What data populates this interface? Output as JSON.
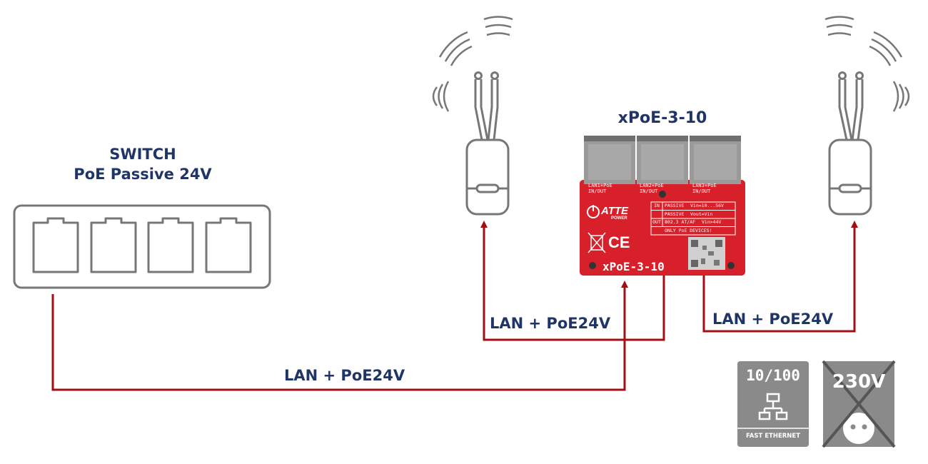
{
  "switch": {
    "title_line1": "SWITCH",
    "title_line2": "PoE Passive 24V",
    "ports": 4
  },
  "device": {
    "title": "xPoE-3-10",
    "board_name": "xPoE-3-10",
    "brand": "ATTE",
    "brand_sub": "POWER",
    "ports": [
      "LAN1+PoE\nIN/OUT",
      "LAN2+PoE\nIN/OUT",
      "LAN3+PoE\nIN/OUT"
    ],
    "spec_table": [
      [
        "IN",
        "PASSIVE",
        "Vin=10...56V"
      ],
      [
        "",
        "PASSIVE",
        "Vout=Vin"
      ],
      [
        "OUT",
        "802.3 AT/AF",
        "Vin>44V"
      ],
      [
        "",
        "ONLY PoE DEVICES!",
        ""
      ]
    ]
  },
  "links": {
    "switch_to_device": "LAN + PoE24V",
    "device_to_ap_left": "LAN + PoE24V",
    "device_to_ap_right": "LAN + PoE24V"
  },
  "badges": {
    "speed": {
      "value": "10/100",
      "caption": "FAST ETHERNET"
    },
    "no_230v": {
      "value": "230V"
    }
  },
  "colors": {
    "link": "#a10f14",
    "text": "#1f3566",
    "outline": "#777777",
    "board": "#d8202a",
    "badge": "#8a8a8a"
  }
}
